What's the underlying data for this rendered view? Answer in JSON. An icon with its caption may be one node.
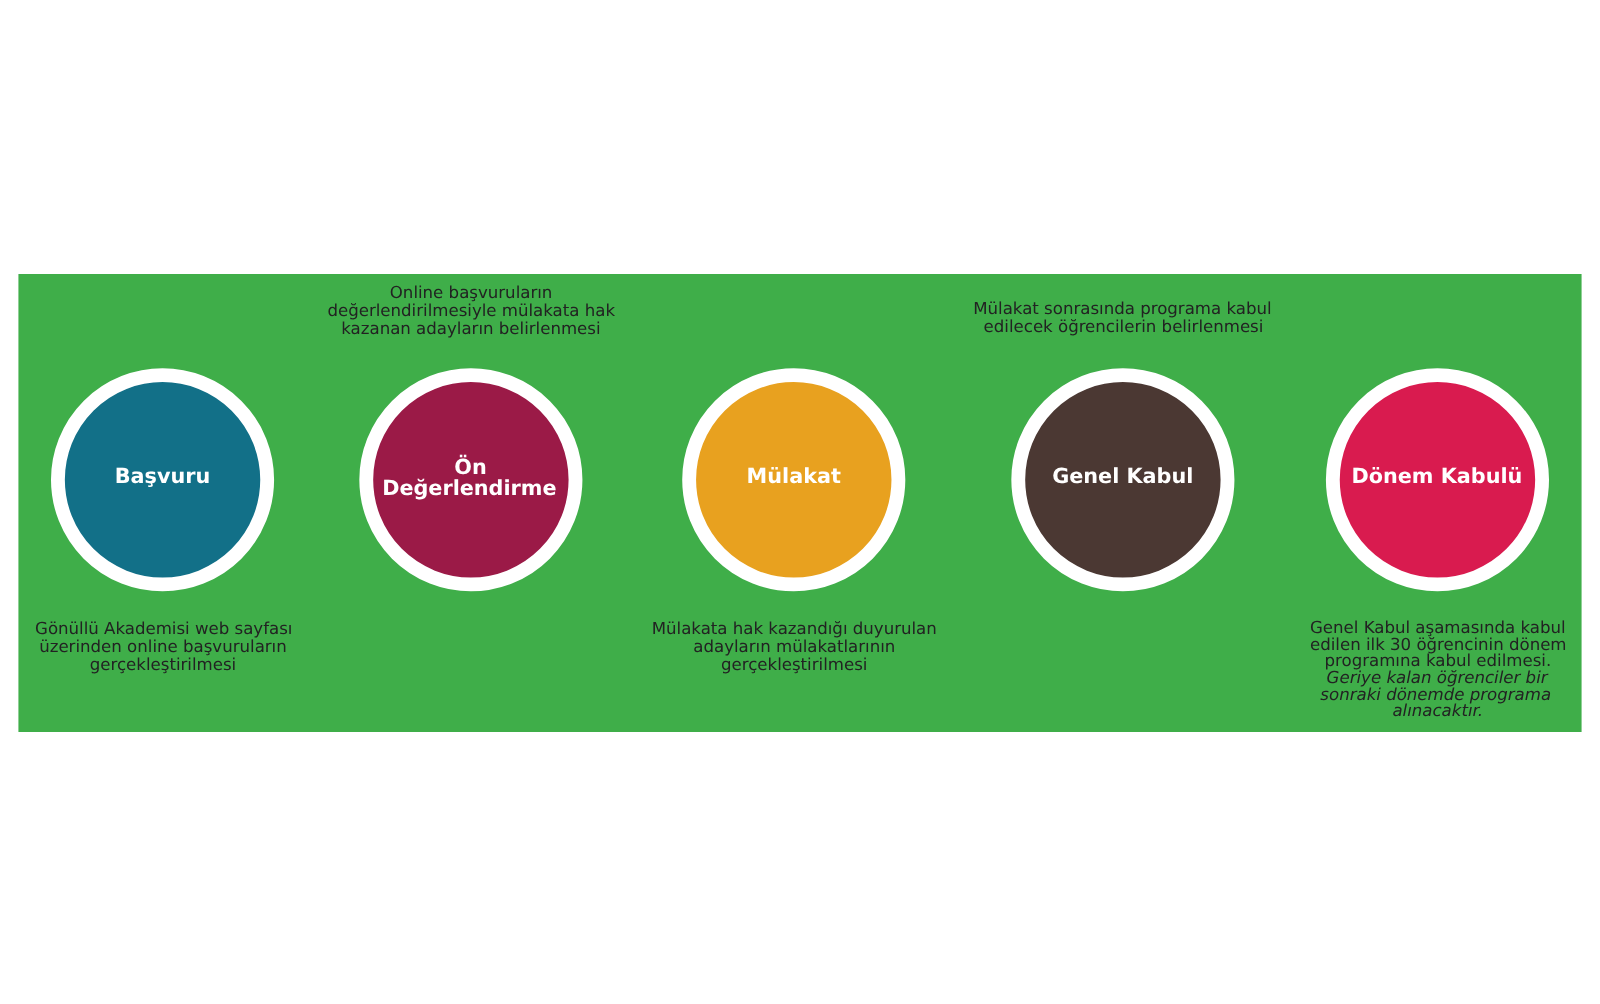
{
  "diagram": {
    "nodes": [
      {
        "text": [
          "Başvuru"
        ],
        "beside": [
          "Gönüllü Akademisi web sayfası üzerinden online başvuruların gerçekleştirilmesi"
        ]
      },
      {
        "text": [
          "Ön Değerlendirme"
        ],
        "beside": [
          "Online başvuruların değerlendirilmesiyle mülakata hak kazanan adayların belirlenmesi"
        ]
      },
      {
        "text": [
          "Mülakat"
        ],
        "beside": [
          "Mülakata hak kazandığı duyurulan adayların mülakatlarının gerçekleştirilmesi"
        ]
      },
      {
        "text": [
          "Genel Kabul"
        ],
        "beside": [
          "Mülakat sonrasında programa kabul edilecek öğrencilerin belirlenmesi"
        ]
      },
      {
        "text": [
          "Dönem Kabulü"
        ],
        "beside": [
          "Genel Kabul aşamasında kabul edilen ilk 30 öğrencinin dönem programına kabul edilmesi.",
          "*Geriye kalan öğrenciler bir sonraki dönemde programa alınacaktır.*"
        ]
      }
    ],
    "edges": []
  }
}
